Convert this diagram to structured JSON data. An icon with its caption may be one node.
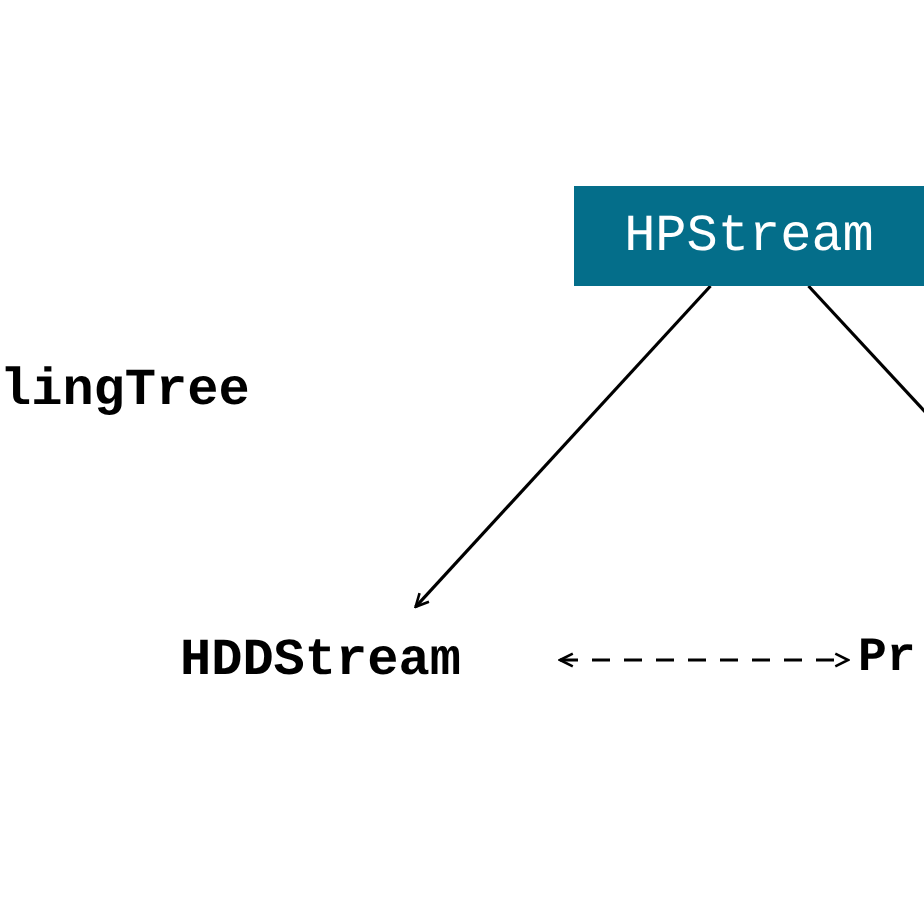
{
  "diagram": {
    "nodes": [
      {
        "text": [
          "HPStream"
        ]
      },
      {
        "text": [
          "lingTree"
        ]
      },
      {
        "text": [
          "HDDStream"
        ]
      },
      {
        "text": [
          "Pr"
        ]
      }
    ],
    "edges": [
      {
        "from": 0,
        "to": 2,
        "arrow": "to"
      },
      {
        "from": 0,
        "to": null,
        "arrow": "none"
      },
      {
        "from": 2,
        "to": 3,
        "arrow": "both",
        "style": "dashed"
      }
    ]
  }
}
